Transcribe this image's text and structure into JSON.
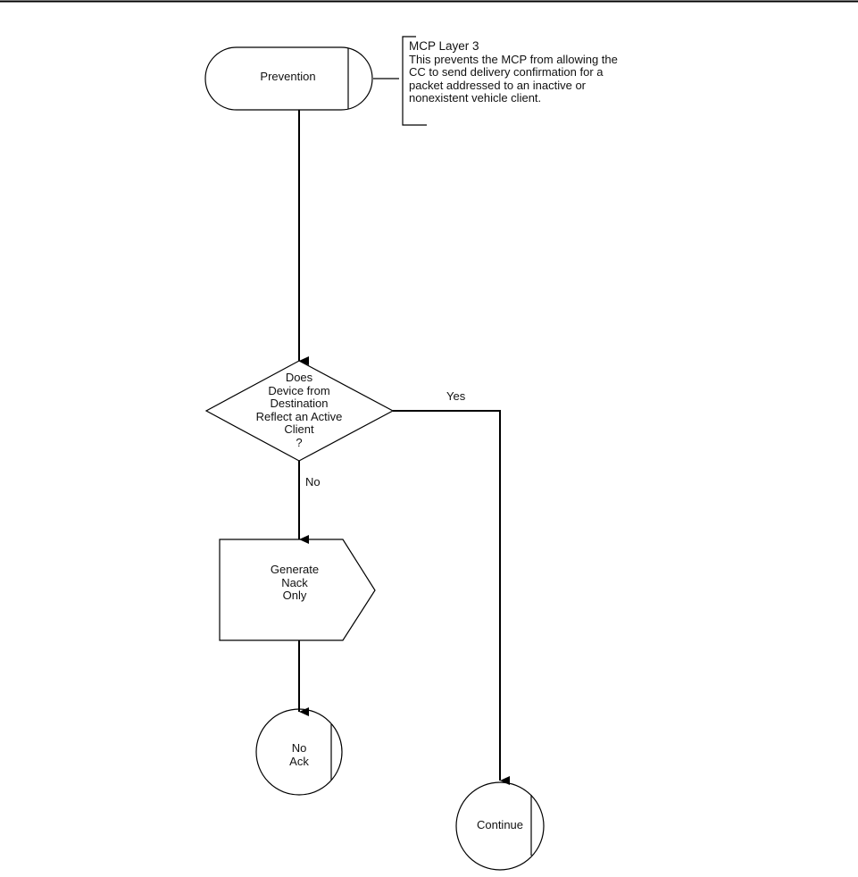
{
  "nodes": {
    "start": {
      "label": "Prevention"
    },
    "decision": {
      "lines": [
        "Does",
        "Device from",
        "Destination",
        "Reflect an Active",
        "Client",
        "?"
      ]
    },
    "action": {
      "lines": [
        "Generate",
        "Nack",
        "Only"
      ]
    },
    "end_noack": {
      "lines": [
        "No",
        "Ack"
      ]
    },
    "end_continue": {
      "label": "Continue"
    }
  },
  "annotation": {
    "title": "MCP Layer 3",
    "lines": [
      "This prevents the MCP from allowing the",
      "CC to send delivery confirmation for a",
      "packet addressed to an inactive or",
      "nonexistent vehicle client."
    ]
  },
  "edges": {
    "yes_label": "Yes",
    "no_label": "No"
  }
}
